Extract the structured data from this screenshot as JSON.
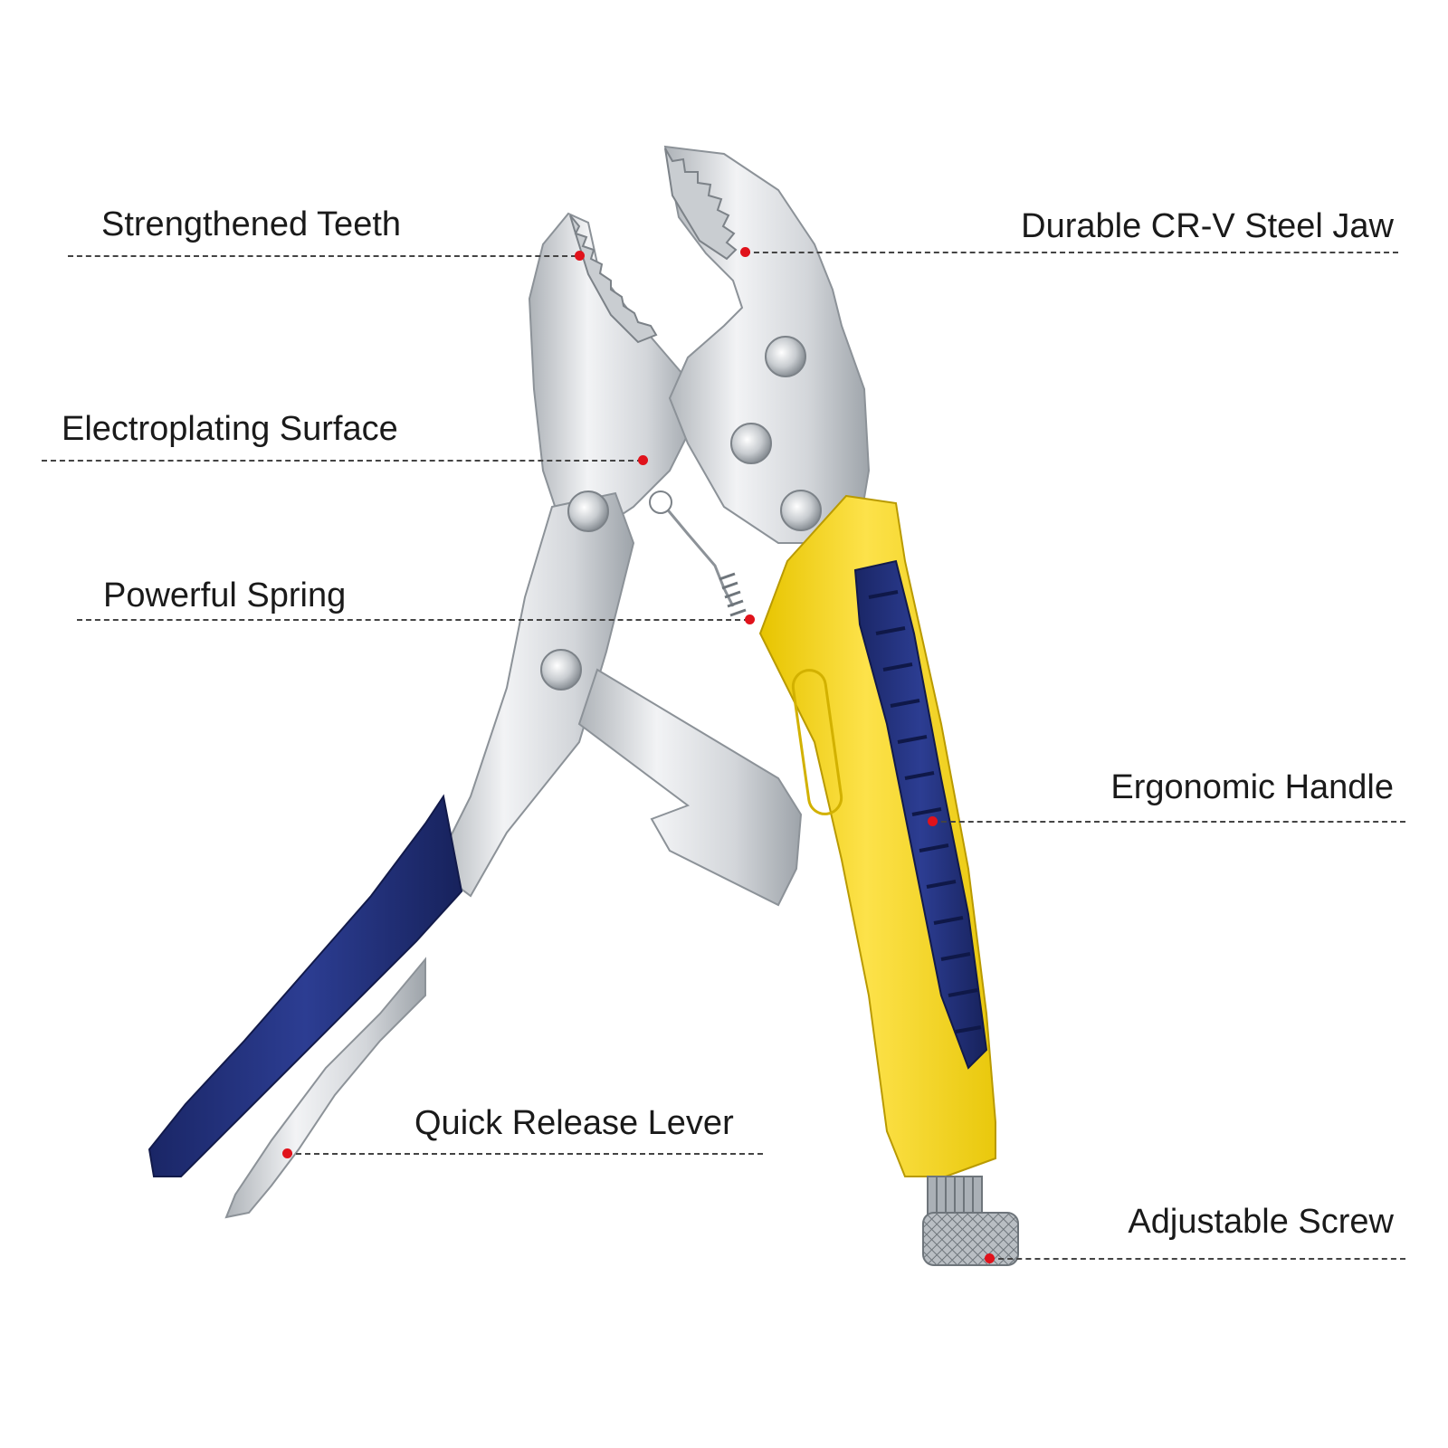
{
  "colors": {
    "background": "#ffffff",
    "steel": "#d7dade",
    "steel_shadow": "#9ea4aa",
    "handle_yellow": "#f5d622",
    "grip_blue": "#1f2e78",
    "marker_red": "#e0121b",
    "leader_line": "#444444"
  },
  "callouts": [
    {
      "id": "teeth",
      "label": "Strengthened Teeth"
    },
    {
      "id": "jaw",
      "label": "Durable CR-V Steel Jaw"
    },
    {
      "id": "surface",
      "label": "Electroplating Surface"
    },
    {
      "id": "spring",
      "label": "Powerful Spring"
    },
    {
      "id": "handle",
      "label": "Ergonomic Handle"
    },
    {
      "id": "lever",
      "label": "Quick Release Lever"
    },
    {
      "id": "screw",
      "label": "Adjustable Screw"
    }
  ]
}
